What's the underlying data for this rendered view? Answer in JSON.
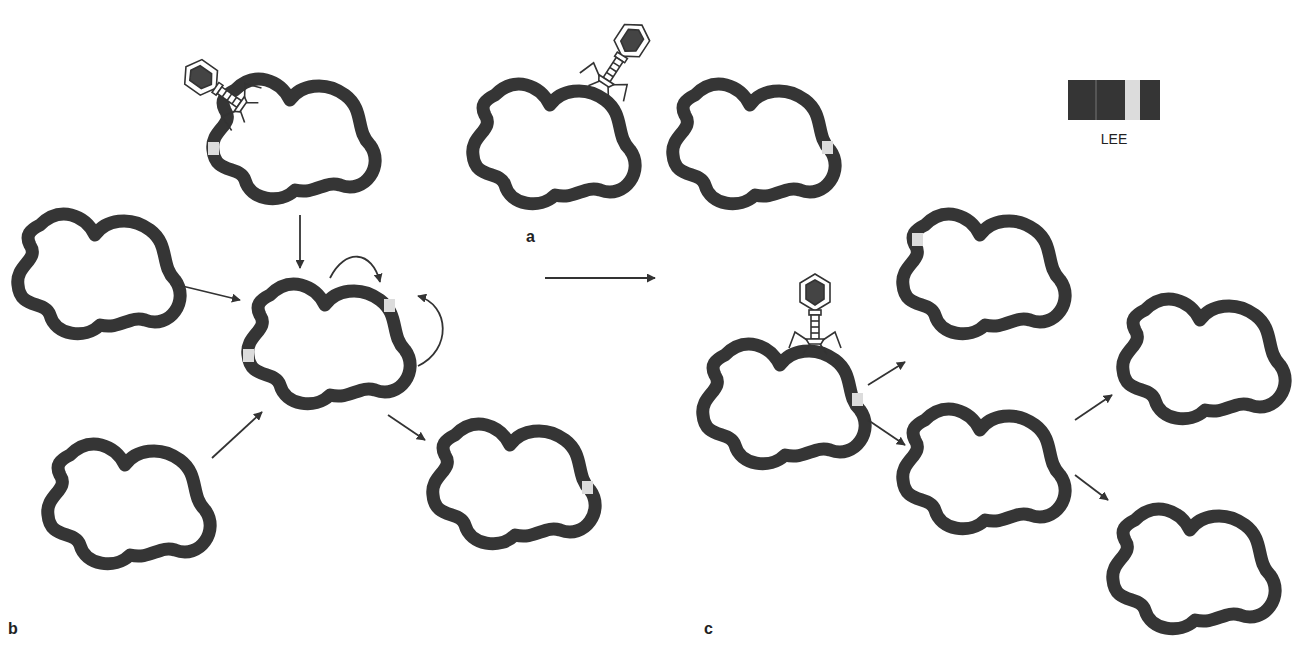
{
  "diagram": {
    "labels": [
      "a",
      "b",
      "c"
    ],
    "legend": [
      {
        "text": "LEE"
      }
    ]
  }
}
